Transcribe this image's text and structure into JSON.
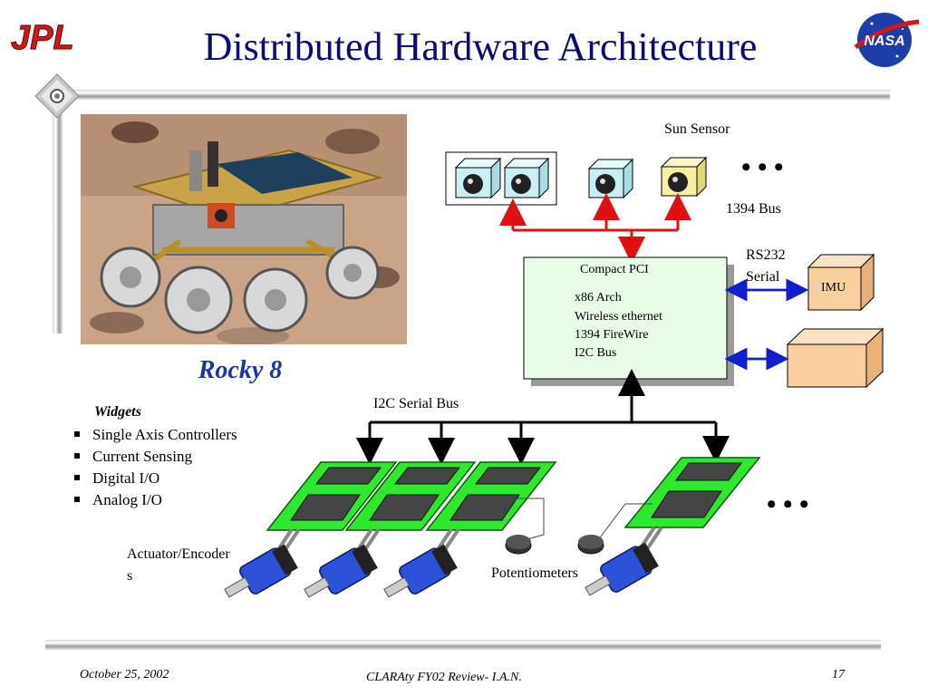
{
  "slide": {
    "title": "Distributed Hardware Architecture",
    "logos": {
      "left": "JPL",
      "right": "NASA"
    }
  },
  "photo": {
    "caption": "Rocky 8"
  },
  "widgets": {
    "heading": "Widgets",
    "items": [
      "Single Axis Controllers",
      "Current Sensing",
      "Digital I/O",
      "Analog I/O"
    ]
  },
  "diagram": {
    "sun_sensor_label": "Sun Sensor",
    "bus_1394_label": "1394 Bus",
    "cpci": {
      "title": "Compact PCI",
      "lines": [
        "x86 Arch",
        "Wireless ethernet",
        "1394 FireWire",
        "I2C Bus"
      ]
    },
    "rs232_label": [
      "RS232",
      "Serial"
    ],
    "imu_label": "IMU",
    "i2c_label": "I2C Serial Bus",
    "actuator_label": [
      "Actuator/Encoder",
      "s"
    ],
    "potentiometers_label": "Potentiometers",
    "ellipsis": "• • •",
    "colors": {
      "camera_cyan": "#c8f0f4",
      "camera_yellow": "#f6f0a0",
      "cpci_fill": "#e8fce8",
      "imu_fill": "#f9cf9f",
      "board_green": "#2ee82e",
      "motor_blue": "#2b52d8",
      "red_line": "#e01010",
      "blue_line": "#1020d0"
    }
  },
  "footer": {
    "date": "October 25, 2002",
    "center": "CLARAty FY02 Review- I.A.N.",
    "page": "17"
  }
}
